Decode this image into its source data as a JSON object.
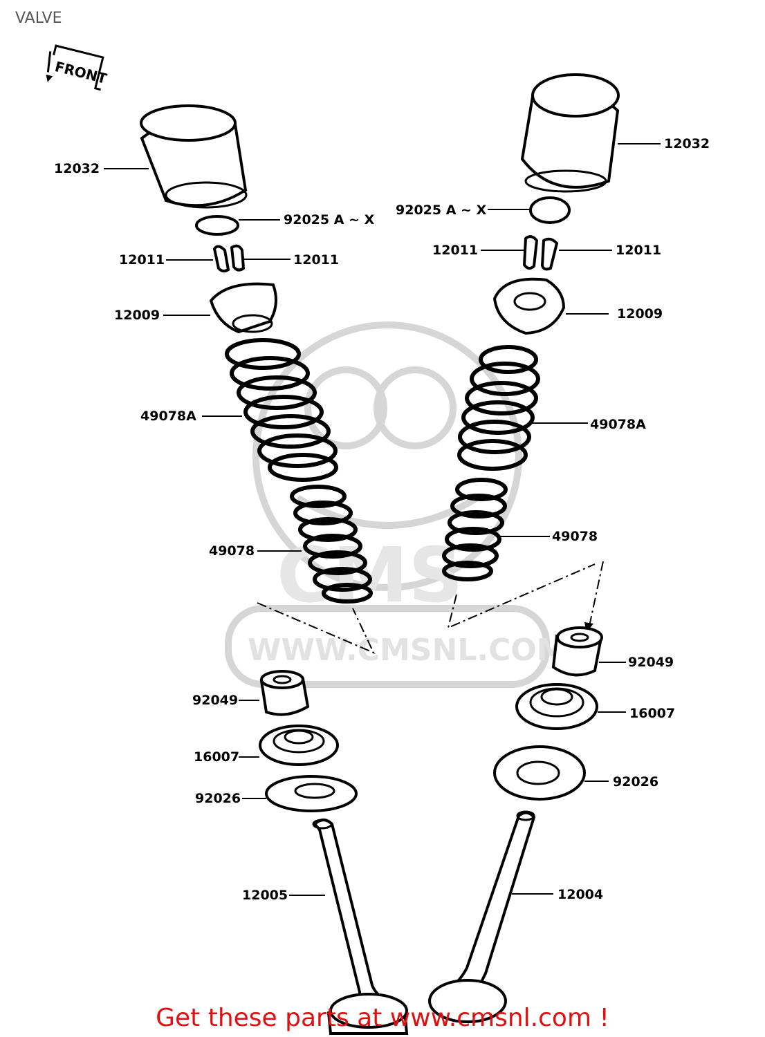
{
  "page": {
    "title": "VALVE",
    "front_marker": "FRONT",
    "footer": "Get these parts at www.cmsnl.com !"
  },
  "watermark": {
    "brand": "CMS",
    "url": "WWW.CMSNL.COM"
  },
  "labels": {
    "l_12032": "12032",
    "l_92025": "92025 A ~ X",
    "l_12011a": "12011",
    "l_12011b": "12011",
    "l_12009": "12009",
    "l_49078A": "49078A",
    "l_49078": "49078",
    "l_92049": "92049",
    "l_16007": "16007",
    "l_92026": "92026",
    "l_12005": "12005",
    "r_12032": "12032",
    "r_92025": "92025 A ~ X",
    "r_12011a": "12011",
    "r_12011b": "12011",
    "r_12009": "12009",
    "r_49078A": "49078A",
    "r_49078": "49078",
    "r_92049": "92049",
    "r_16007": "16007",
    "r_92026": "92026",
    "r_12004": "12004"
  }
}
